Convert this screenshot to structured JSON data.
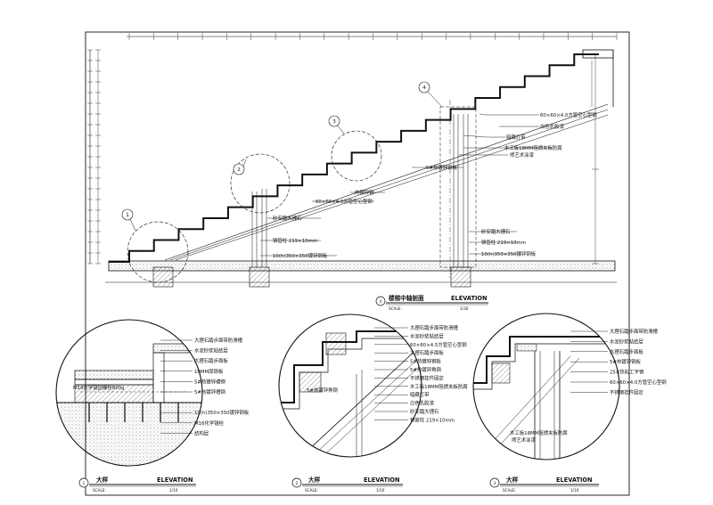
{
  "colors": {
    "line": "#111111",
    "paper": "#ffffff",
    "hatch": "#444444"
  },
  "main_view": {
    "title": "楼梯中轴剖面",
    "title_en": "ELEVATION",
    "scale_label": "SCALE:",
    "scale_value": "1/30",
    "bubble_number": "4",
    "callouts": [
      {
        "id": "1",
        "text": "1"
      },
      {
        "id": "2",
        "text": "2"
      },
      {
        "id": "3",
        "text": "3"
      },
      {
        "id": "4",
        "text": "4"
      }
    ],
    "labels": {
      "tube_top": "60×60×4.0方管空心型钢",
      "white_paint": "白色乳胶漆",
      "light_strip": "暗藏灯带",
      "board": "木工板18MM阻燃夹板防腐",
      "paint2": "喷艺术涂漆",
      "steel_plate": "5#热镀锌钢板",
      "angle_steel": "热镀锌钢",
      "tube_mid": "60×60×4.5方管空心型钢",
      "marble_l": "砂安踏大理石",
      "pipe_l": "钢管柱 219×10mm",
      "plate_l": "10(h)350×350镀锌钢板",
      "marble_r": "砂安踏大理石",
      "pipe_r": "钢管柱 219×10mm",
      "plate_r": "10(h)350×350镀锌钢板"
    }
  },
  "details": [
    {
      "number": "1",
      "title": "大样",
      "title_en": "ELEVATION",
      "scale_label": "SCALE:",
      "scale_value": "1/10",
      "labels": [
        "大理石踏步面带防滑槽",
        "水泥砂浆粘结层",
        "大理石踏步面板",
        "10MM厚钢板",
        "5#热镀锌槽钢",
        "5#热镀锌槽钢",
        "M16化学锚固螺栓800g",
        "10(h)350×350镀锌钢板",
        "M16化学锚栓",
        "结构层"
      ]
    },
    {
      "number": "2",
      "title": "大样",
      "title_en": "ELEVATION",
      "scale_label": "SCALE:",
      "scale_value": "1/10",
      "labels": [
        "大理石踏步面带防滑槽",
        "水泥砂浆粘结层",
        "60×60×4.5方管空心型钢",
        "大理石踏步面板",
        "5#热镀锌钢板",
        "5#热镀锌角钢",
        "不锈钢挂件固定",
        "木工板18MM阻燃夹板防腐",
        "暗藏灯带",
        "白色乳胶漆",
        "砂安踏大理石",
        "钢管柱 219×10mm"
      ],
      "inner_label": "5#热镀锌角钢"
    },
    {
      "number": "3",
      "title": "大样",
      "title_en": "ELEVATION",
      "scale_label": "SCALE:",
      "scale_value": "1/10",
      "labels": [
        "大理石踏步面带防滑槽",
        "水泥砂浆粘结层",
        "大理石踏步面板",
        "5#热镀锌钢板",
        "25#热轧工字钢",
        "60×60×4.0方管空心型钢",
        "不锈钢挂件固定"
      ],
      "inner_labels": [
        "木工板18MM阻燃夹板防腐",
        "喷艺术涂漆"
      ]
    }
  ]
}
